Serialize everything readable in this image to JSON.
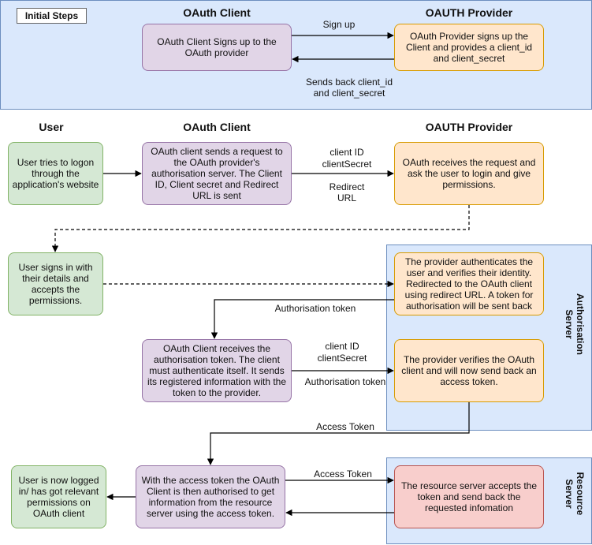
{
  "initial_steps": {
    "tag": "Initial Steps",
    "client_header": "OAuth Client",
    "provider_header": "OAUTH Provider",
    "client_box": "OAuth Client Signs up to the OAuth provider",
    "provider_box": "OAuth Provider signs up the Client and provides a client_id and client_secret",
    "signup_label": "Sign up",
    "sends_back_label": "Sends back client_id and client_secret"
  },
  "headers": {
    "user": "User",
    "client": "OAuth Client",
    "provider": "OAUTH Provider"
  },
  "boxes": {
    "user_logon": "User tries to logon through the application's website",
    "client_request": "OAuth client sends a request to the OAuth provider's authorisation server. The Client ID, Client secret and Redirect URL is sent",
    "provider_receive": "OAuth receives the request and ask the user to login and give permissions.",
    "user_signin": "User signs in with their details and accepts the permissions.",
    "provider_authenticate": "The provider authenticates the user and verifies their identity. Redirected to the OAuth client using redirect URL. A token for authorisation will be sent back",
    "client_receive_token": "OAuth Client receives the authorisation token. The client must authenticate itself. It sends its registered information with the token to the provider.",
    "provider_verify": "The provider verifies the OAuth client and will now send back an access token.",
    "client_access": "With the access token the OAuth Client is then authorised to get information from the resource server using the access token.",
    "resource_accept": "The resource server accepts the token and send back the requested infomation",
    "user_logged_in": "User is now logged in/ has got relevant permissions on OAuth client"
  },
  "labels": {
    "client_id_1": "client ID",
    "client_secret_1": "clientSecret",
    "redirect_url": "Redirect URL",
    "auth_token_back": "Authorisation token",
    "client_id_2": "client ID",
    "client_secret_2": "clientSecret",
    "auth_token_send": "Authorisation token",
    "access_token_back": "Access Token",
    "access_token_send": "Access Token"
  },
  "regions": {
    "authorisation_server": "Authorisation Server",
    "resource_server": "Resource Server"
  },
  "colors": {
    "purple_fill": "#e1d5e7",
    "orange_fill": "#ffe6cc",
    "green_fill": "#d5e8d4",
    "red_fill": "#f8cecc",
    "region_fill": "#dae8fc"
  }
}
